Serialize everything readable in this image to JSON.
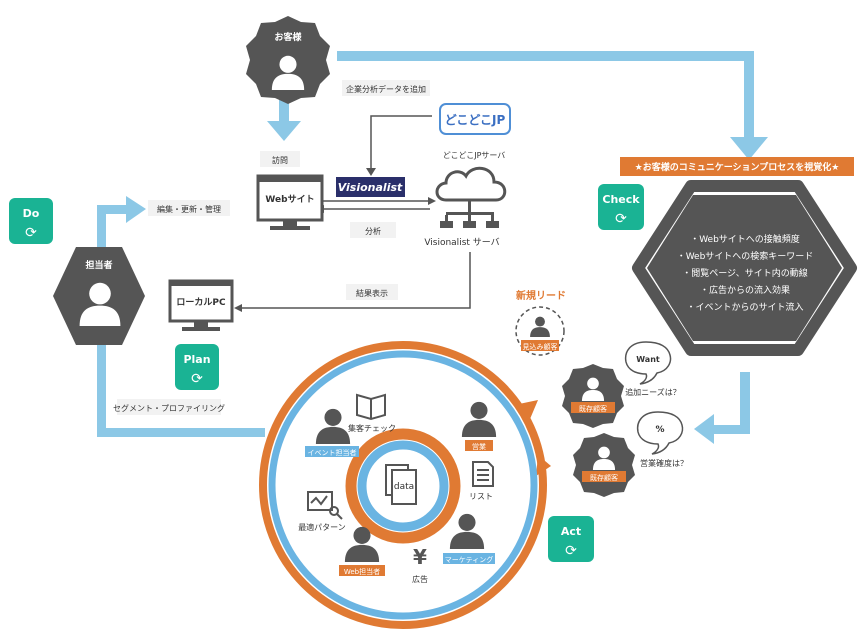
{
  "colors": {
    "flow": "#8cc8e6",
    "teal": "#1ab394",
    "orange": "#e07a33",
    "blue": "#6ab4e2",
    "dark": "#555555",
    "label_bg": "#f2f2f2"
  },
  "customer": {
    "title": "お客様",
    "icon": "person-icon"
  },
  "labels": {
    "company_data": "企業分析データを追加",
    "visit": "訪問",
    "edit": "編集・更新・管理",
    "analyze": "分析",
    "results": "結果表示",
    "segment": "セグメント・プロファイリング"
  },
  "dokodoko": {
    "logo": "どこどこJP",
    "caption": "どこどこJPサーバ"
  },
  "website": {
    "label": "Webサイト"
  },
  "visionalist": {
    "logo": "Visionalist"
  },
  "server": {
    "caption": "Visionalist サーバ"
  },
  "staff": {
    "title": "担当者"
  },
  "localpc": {
    "label": "ローカルPC"
  },
  "badges": {
    "do": "Do",
    "plan": "Plan",
    "check": "Check",
    "act": "Act"
  },
  "check": {
    "banner": "★お客様のコミュニケーションプロセスを視覚化★",
    "items": [
      "・Webサイトへの接触頻度",
      "・Webサイトへの検索キーワード",
      "・閲覧ページ、サイト内の動線",
      "・広告からの流入効果",
      "・イベントからのサイト流入"
    ]
  },
  "leads": {
    "new_title": "新規リード",
    "prospect": "見込み顧客",
    "existing1": "既存顧客",
    "bubble1": "Want",
    "need1": "追加ニーズは？",
    "existing2": "既存顧客",
    "bubble2": "%",
    "need2": "営業確度は？"
  },
  "circle": {
    "center": "data",
    "event_staff": "イベント担当者",
    "sales": "営業",
    "web_staff": "Web担当者",
    "marketing": "マーケティング",
    "customer_check": "集客チェック",
    "list": "リスト",
    "best_pattern": "最適パターン",
    "ad": "広告",
    "yen": "¥"
  }
}
